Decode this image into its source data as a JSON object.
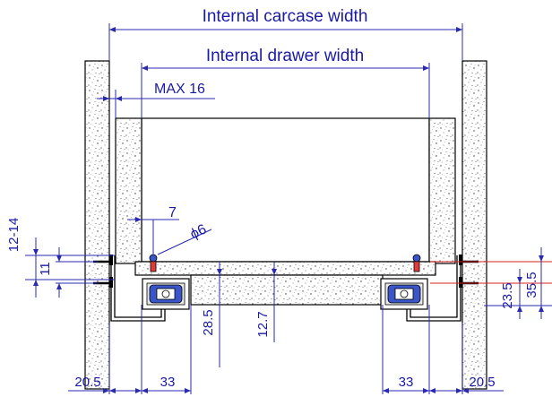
{
  "labels": {
    "carcase_width": "Internal carcase width",
    "drawer_width": "Internal drawer width",
    "max16": "MAX 16",
    "dim_7": "7",
    "dim_phi6": "ϕ6",
    "dim_12_14": "12-14",
    "dim_11": "11",
    "dim_28_5": "28.5",
    "dim_12_7": "12.7",
    "dim_23_5": "23.5",
    "dim_35_5": "35.5",
    "dim_20_5_left": "20.5",
    "dim_33_left": "33",
    "dim_33_right": "33",
    "dim_20_5_right": "20.5"
  },
  "colors": {
    "dimension": "#1a1aa6",
    "highlight": "#d42020",
    "outline": "#000000"
  }
}
